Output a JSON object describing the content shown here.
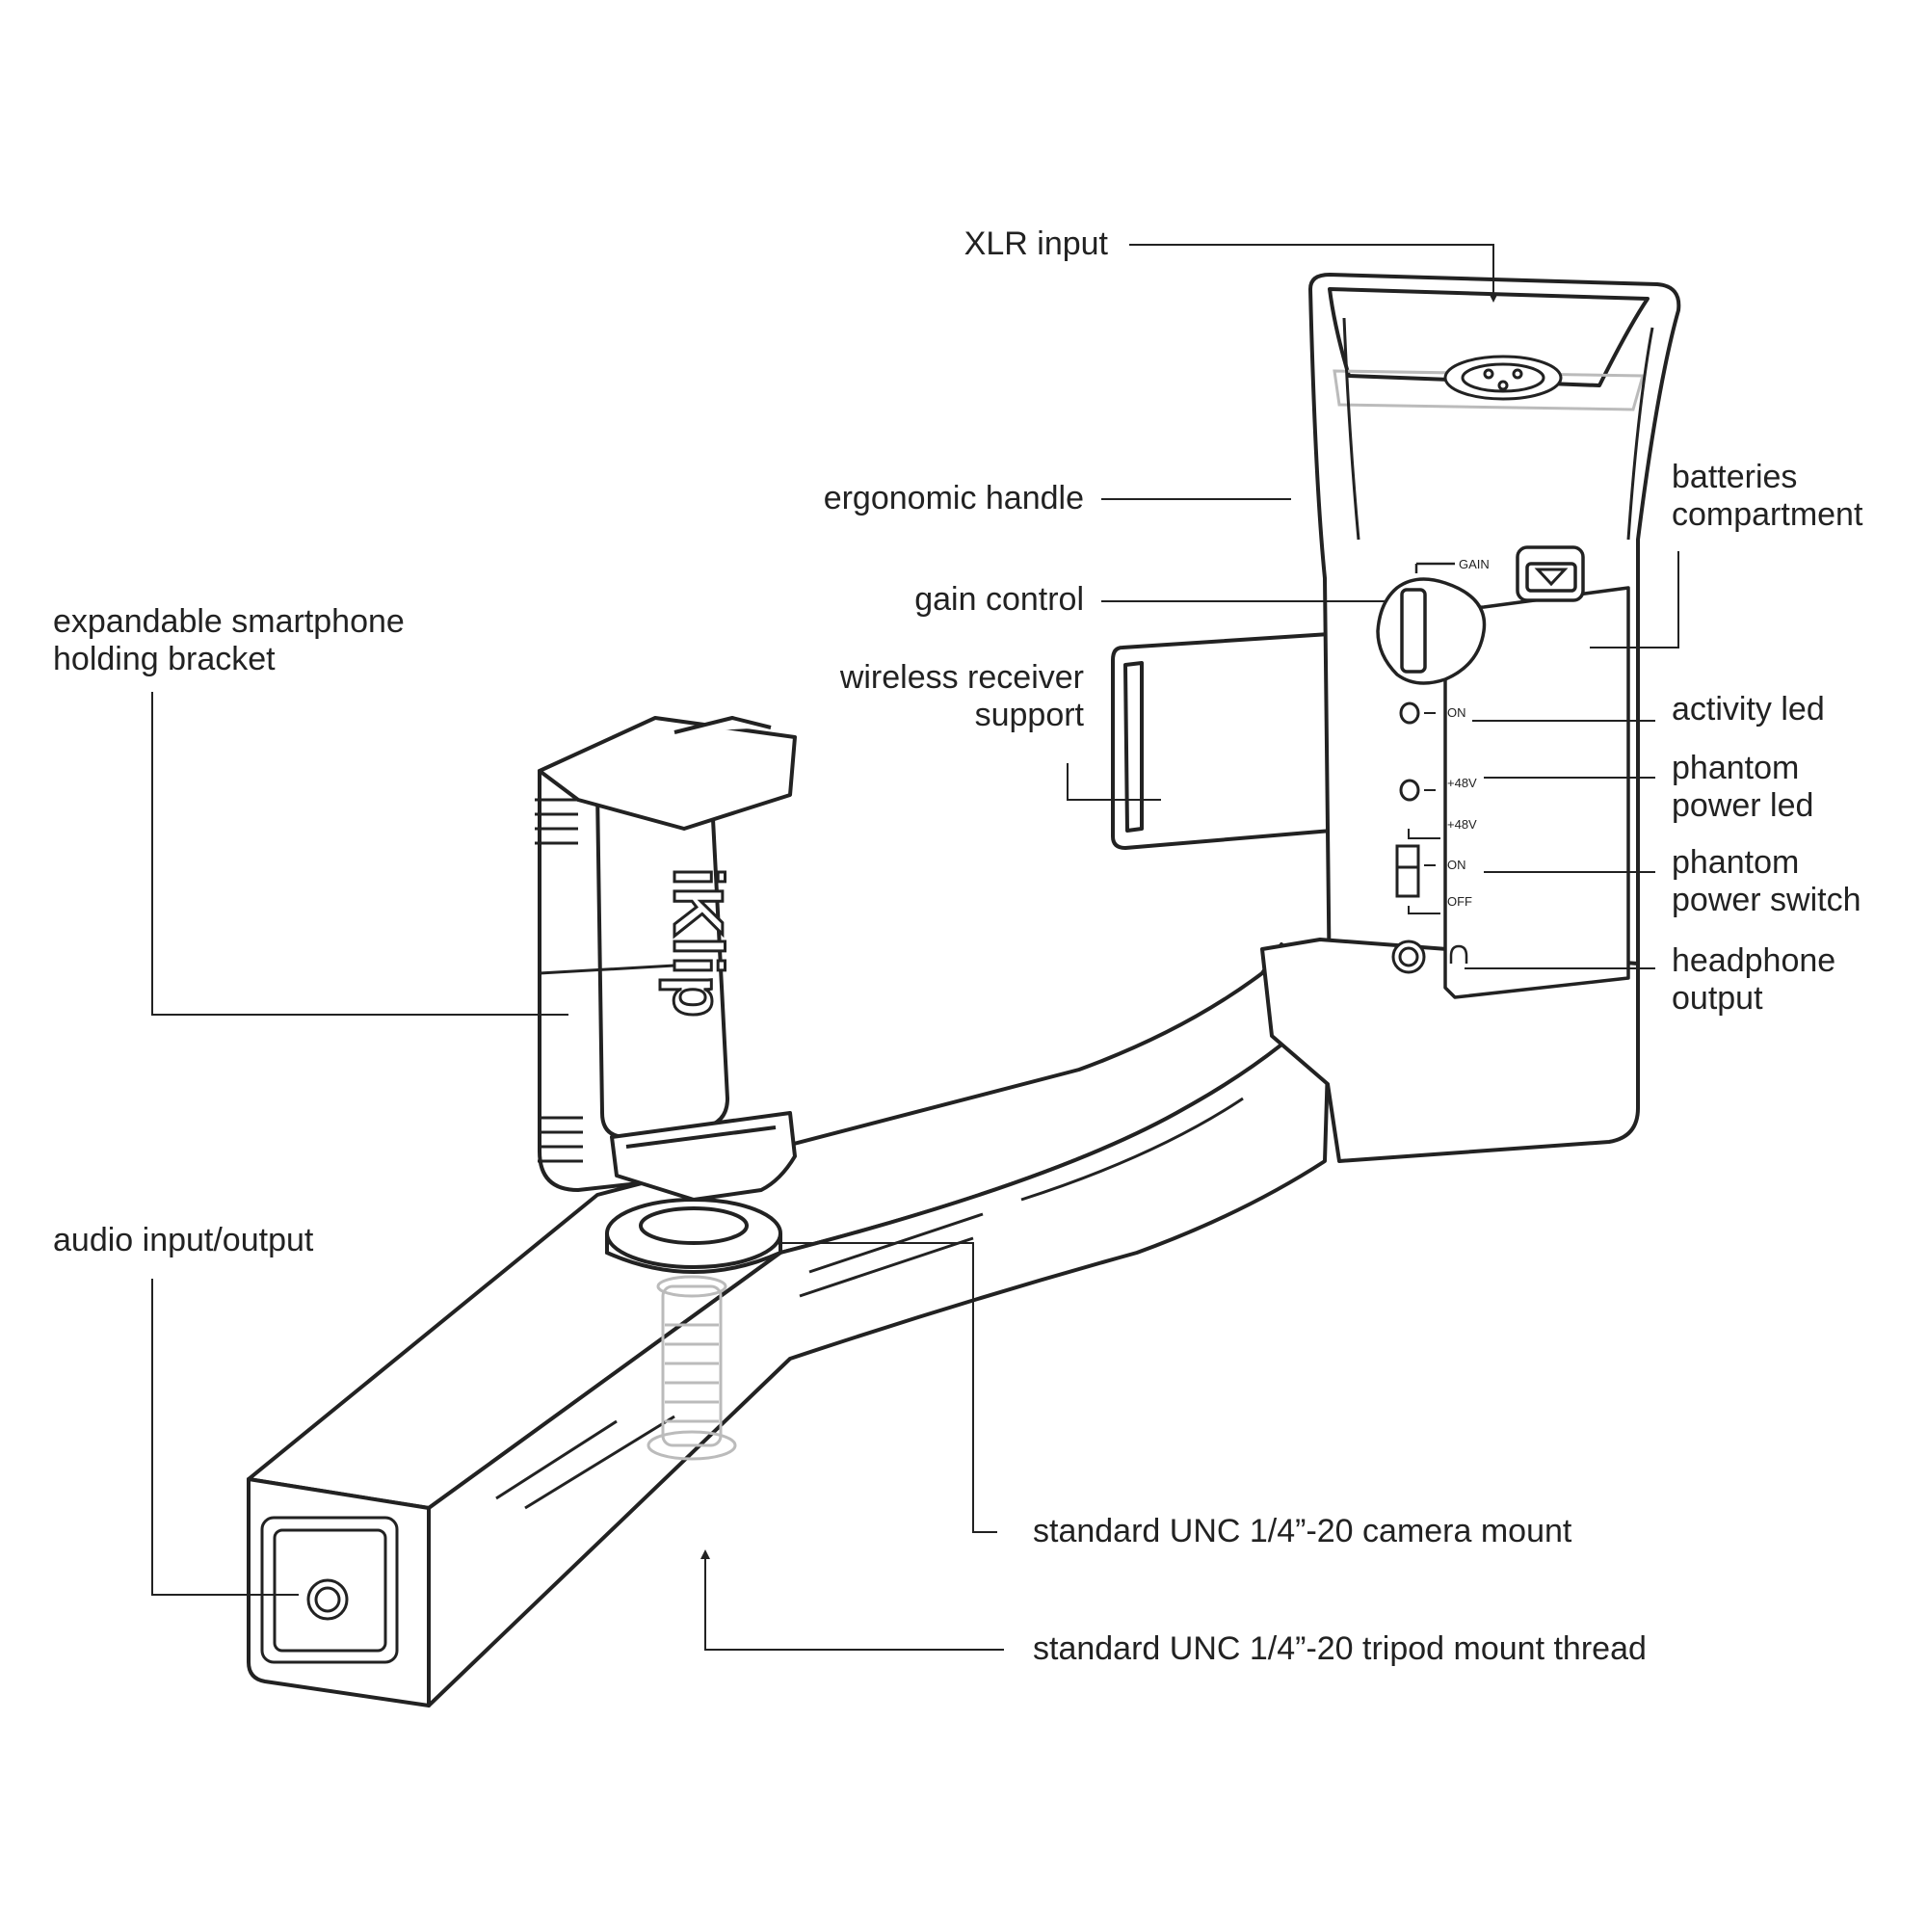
{
  "colors": {
    "ink": "#222222",
    "background": "#ffffff",
    "ghost": "#bbbbbb"
  },
  "labels": {
    "xlr_input": "XLR input",
    "ergonomic_handle": "ergonomic handle",
    "batteries_compartment": [
      "batteries",
      "compartment"
    ],
    "gain_control": "gain control",
    "expandable_bracket": [
      "expandable smartphone",
      "holding bracket"
    ],
    "wireless_receiver_support": [
      "wireless receiver",
      "support"
    ],
    "activity_led": "activity led",
    "phantom_power_led": [
      "phantom",
      "power led"
    ],
    "phantom_power_switch": [
      "phantom",
      "power switch"
    ],
    "headphone_output": [
      "headphone",
      "output"
    ],
    "audio_input_output": "audio input/output",
    "camera_mount": "standard UNC 1/4”-20 camera mount",
    "tripod_mount": "standard UNC 1/4”-20 tripod mount thread"
  },
  "panel": {
    "gain": "GAIN",
    "on_led": "ON",
    "phantom_led": "+48V",
    "switch_top": "+48V",
    "switch_on": "ON",
    "switch_off": "OFF"
  },
  "brand": "iKlip",
  "icons": [
    "headphone-icon",
    "xlr-connector-icon",
    "down-arrow-icon"
  ]
}
